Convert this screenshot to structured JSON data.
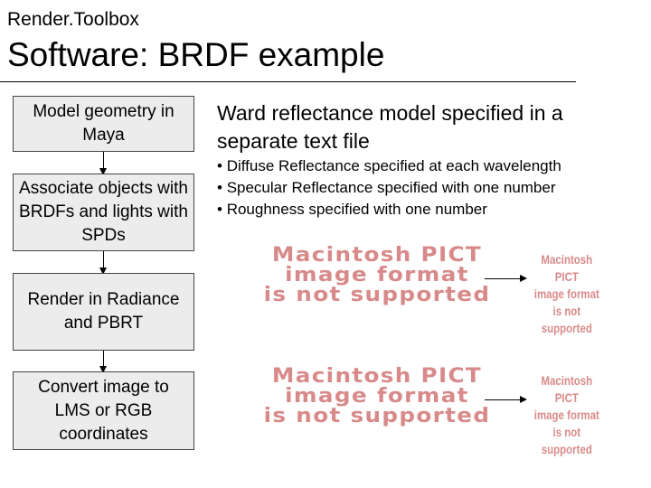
{
  "header": {
    "label": "Render.Toolbox"
  },
  "title": "Software: BRDF example",
  "flow": {
    "steps": [
      "Model geometry in Maya",
      "Associate objects with BRDFs and lights with SPDs",
      "Render in Radiance and PBRT",
      "Convert image to LMS or RGB coordinates"
    ]
  },
  "content": {
    "heading": "Ward reflectance model specified in a separate text file",
    "bullets": [
      "Diffuse Reflectance specified at each wavelength",
      "Specular Reflectance specified with one number",
      "Roughness specified with one number"
    ]
  },
  "placeholders": [
    {
      "big": [
        "Macintosh PICT",
        "image format",
        "is not supported"
      ],
      "small": [
        "Macintosh PICT",
        "image format",
        "is not supported"
      ]
    },
    {
      "big": [
        "Macintosh PICT",
        "image format",
        "is not supported"
      ],
      "small": [
        "Macintosh PICT",
        "image format",
        "is not supported"
      ]
    }
  ]
}
